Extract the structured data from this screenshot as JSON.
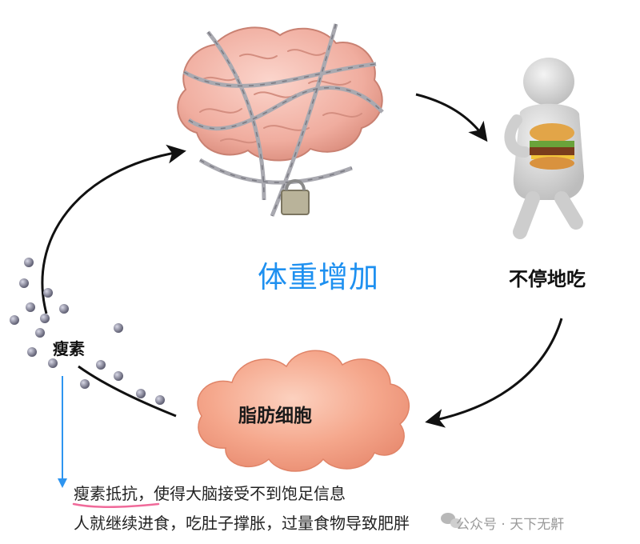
{
  "diagram": {
    "center_label": "体重增加",
    "eat_label": "不停地吃",
    "leptin_label": "瘦素",
    "fat_label": "脂肪细胞",
    "note_highlight": "瘦素抵抗",
    "note_line1_rest": "，使得大脑接受不到饱足信息",
    "note_line2": "人就继续进食，吃肚子撑胀，过量食物导致肥胖",
    "watermark": "公众号 · 天下无鼾"
  },
  "colors": {
    "center_text": "#1e90f0",
    "down_arrow": "#2e95f0",
    "highlight_underline": "#f06a9a",
    "fat_cell": "#f4a58a",
    "brain": "#f2b3a6",
    "chain": "#b5b5bb",
    "molecule": "#7b7b8e"
  },
  "icons": {
    "brain": "brain-with-chains-icon",
    "figure": "person-eating-burger-icon",
    "fat": "fat-cell-cloud-icon",
    "molecules": "leptin-molecule-icon"
  }
}
